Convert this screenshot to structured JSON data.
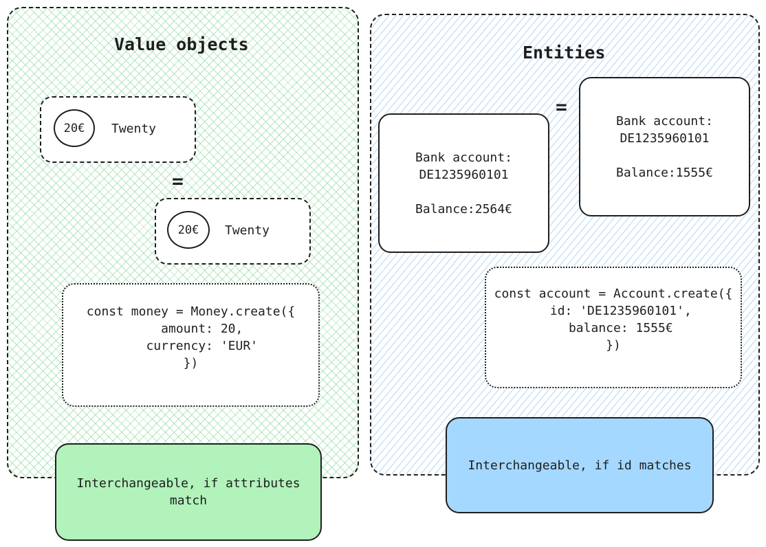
{
  "value_objects": {
    "title": "Value objects",
    "card_top": {
      "coin": "20€",
      "label": "Twenty"
    },
    "equals": "=",
    "card_bottom": {
      "coin": "20€",
      "label": "Twenty"
    },
    "code": "const money = Money.create({\n   amount: 20,\n   currency: 'EUR'\n})",
    "note": "Interchangeable, if attributes\nmatch"
  },
  "entities": {
    "title": "Entities",
    "card_left": {
      "line1": "Bank account:",
      "line2": "DE1235960101",
      "balance": "Balance:2564€"
    },
    "equals": "=",
    "card_right": {
      "line1": "Bank account:",
      "line2": "DE1235960101",
      "balance": "Balance:1555€"
    },
    "code": "const account = Account.create({\n  id: 'DE1235960101',\n  balance: 1555€\n})",
    "note": "Interchangeable, if id matches"
  },
  "colors": {
    "green_fill": "#b2f2bb",
    "blue_fill": "#a5d8ff",
    "stroke": "#1e1e1e"
  }
}
